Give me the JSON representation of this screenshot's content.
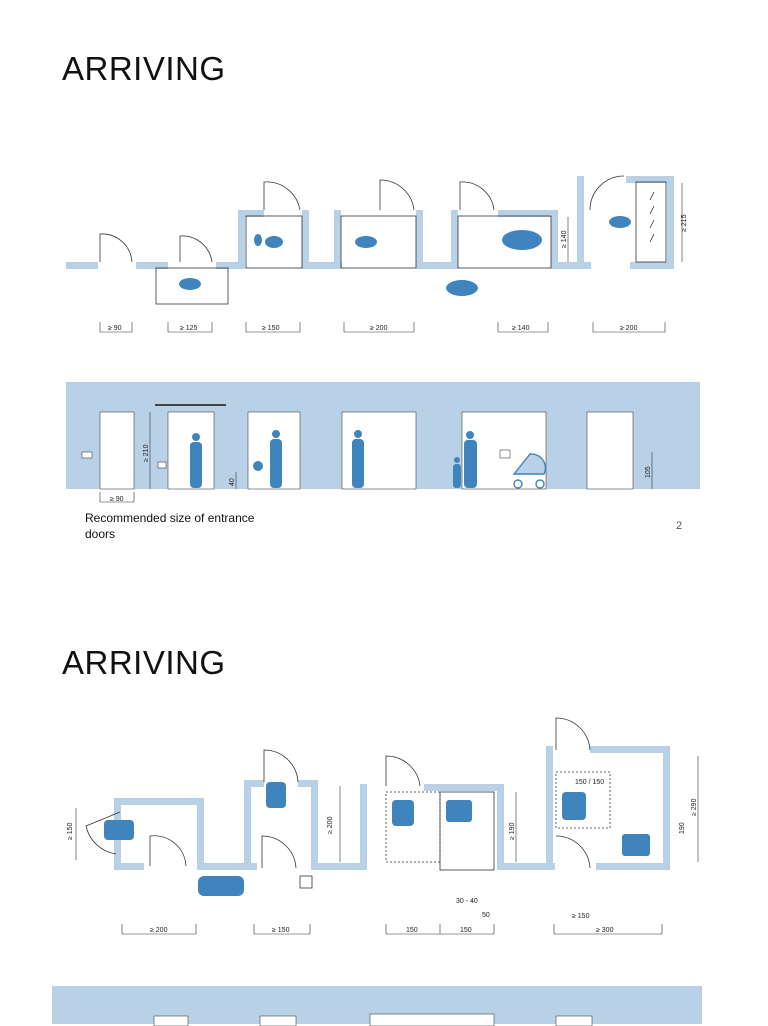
{
  "page1": {
    "title": "ARRIVING",
    "plan_dims": [
      "≥ 90",
      "≥ 125",
      "≥ 150",
      "≥ 200",
      "≥ 140",
      "≥ 200"
    ],
    "plan_side_dims": [
      "≥ 140",
      "≥ 215"
    ],
    "elevation_dims": [
      "≥ 210",
      "40",
      "105",
      "≥ 90"
    ],
    "caption": "Recommended size of entrance doors",
    "page_number": "2"
  },
  "page2": {
    "title": "ARRIVING",
    "side_dims": [
      "≥ 150",
      "≥ 200",
      "≥ 190",
      "190",
      "≥ 290"
    ],
    "inline_dims": [
      "150 / 150",
      "30 - 40",
      "50",
      "≥ 150"
    ],
    "bottom_dims": [
      "≥ 200",
      "≥ 150",
      "150",
      "150",
      "≥ 300"
    ]
  },
  "colors": {
    "wall": "#b9d1e6",
    "figure": "#3f84bd"
  }
}
